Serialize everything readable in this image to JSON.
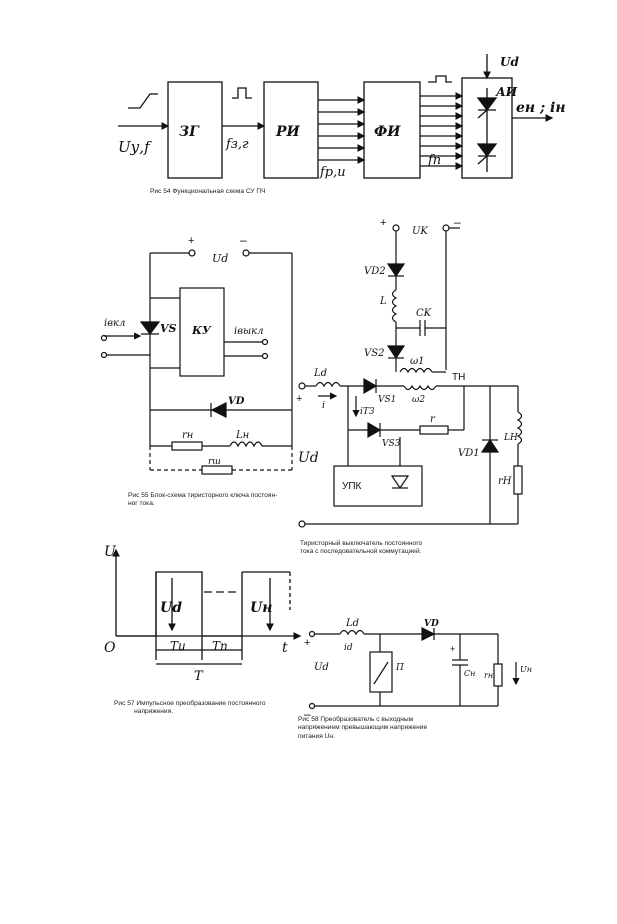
{
  "fig54": {
    "caption": "Рис 54    Функциональная схема   СУ ПЧ",
    "blocks": {
      "zg": "ЗГ",
      "ri": "РИ",
      "fi": "ФИ",
      "ai": "АИ"
    },
    "labels": {
      "uy": "Uу,f",
      "fzg": "fз,г",
      "fri": "fр,и",
      "fp": "fп",
      "ud": "Ud",
      "out": "eн ; iн"
    }
  },
  "fig55": {
    "caption": "Рис 55 Блок-схема тиристорного ключа постоян-\nног тока.",
    "block": "КУ",
    "labels": {
      "plus": "+",
      "minus": "–",
      "ud_top": "Ud",
      "ivkl": "iвкл",
      "ivykl": "iвыкл",
      "vs": "VS",
      "vd": "VD",
      "rn": "rн",
      "ln": "Lн",
      "rsh": "rш",
      "ud_side": "Ud"
    }
  },
  "fig56": {
    "caption": "Тиристорный выключатель постоянного\nтока с последовательной коммутацией.",
    "block": "УПК",
    "labels": {
      "plus": "+",
      "minus": "–",
      "uk": "UK",
      "vd2": "VD2",
      "l": "L",
      "ck": "CK",
      "vs2": "VS2",
      "w1": "ω1",
      "th": "ТН",
      "ld": "Ld",
      "i": "i",
      "vs1": "VS1",
      "w2": "ω2",
      "it3": "iТ3",
      "vs3": "VS3",
      "r": "r",
      "vd1": "VD1",
      "ln": "LН",
      "rn": "rН"
    }
  },
  "fig57": {
    "caption": "Рис 57 Импульсное преобразование постоянного\n           напряжения.",
    "labels": {
      "u": "U",
      "o": "O",
      "ud": "Ud",
      "un": "Uн",
      "ti": "Tи",
      "tp": "Tп",
      "t_big": "T",
      "t_axis": "t"
    }
  },
  "fig58": {
    "caption": "Рис 58 Преобразователь с выходным\nнапряжением превышающим напряжение\nпитания Uн.",
    "labels": {
      "ld_top": "Ld",
      "ld_i": "id",
      "ud": "Ud",
      "vd": "VD",
      "p": "П",
      "cn": "Cн",
      "rn": "rн",
      "un": "Uн"
    }
  }
}
